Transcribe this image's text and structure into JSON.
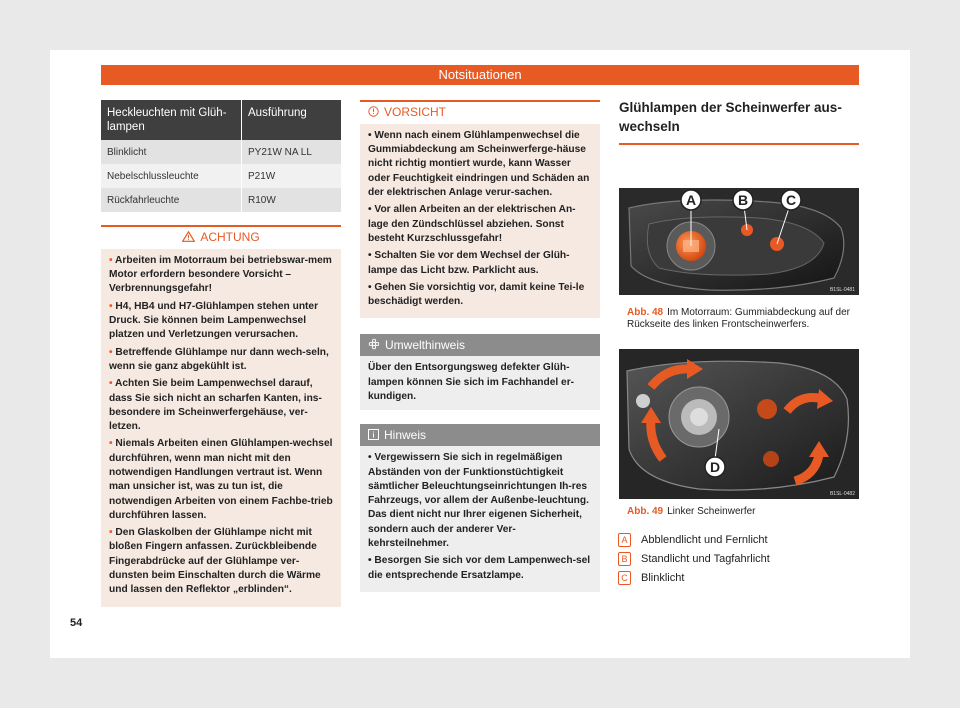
{
  "header": {
    "title": "Notsituationen"
  },
  "page_number": "54",
  "table": {
    "headers": [
      "Heckleuchten mit Glüh-lampen",
      "Ausführung"
    ],
    "rows": [
      [
        "Blinklicht",
        "PY21W NA LL"
      ],
      [
        "Nebelschlussleuchte",
        "P21W"
      ],
      [
        "Rückfahrleuchte",
        "R10W"
      ]
    ]
  },
  "achtung": {
    "title": "ACHTUNG",
    "items": [
      "Arbeiten im Motorraum bei betriebswar-mem Motor erfordern besondere Vorsicht – Verbrennungsgefahr!",
      "H4, HB4 und H7-Glühlampen stehen unter Druck. Sie können beim Lampenwechsel platzen und Verletzungen verursachen.",
      "Betreffende Glühlampe nur dann wech-seln, wenn sie ganz abgekühlt ist.",
      "Achten Sie beim Lampenwechsel darauf, dass Sie sich nicht an scharfen Kanten, ins-besondere im Scheinwerfergehäuse, ver-letzen.",
      "Niemals Arbeiten einen Glühlampen-wechsel durchführen, wenn man nicht mit den notwendigen Handlungen vertraut ist. Wenn man unsicher ist, was zu tun ist, die notwendigen Arbeiten von einem Fachbe-trieb durchführen lassen.",
      "Den Glaskolben der Glühlampe nicht mit bloßen Fingern anfassen. Zurückbleibende Fingerabdrücke auf der Glühlampe ver-dunsten beim Einschalten durch die Wärme und lassen den Reflektor „erblinden“."
    ]
  },
  "vorsicht": {
    "title": "VORSICHT",
    "items": [
      "Wenn nach einem Glühlampenwechsel die Gummiabdeckung am Scheinwerferge-häuse nicht richtig montiert wurde, kann Wasser oder Feuchtigkeit eindringen und Schäden an der elektrischen Anlage verur-sachen.",
      "Vor allen Arbeiten an der elektrischen An-lage den Zündschlüssel abziehen. Sonst besteht Kurzschlussgefahr!",
      "Schalten Sie vor dem Wechsel der Glüh-lampe das Licht bzw. Parklicht aus.",
      "Gehen Sie vorsichtig vor, damit keine Tei-le beschädigt werden."
    ]
  },
  "umwelt": {
    "title": "Umwelthinweis",
    "text": "Über den Entsorgungsweg defekter Glüh-lampen können Sie sich im Fachhandel er-kundigen."
  },
  "hinweis": {
    "title": "Hinweis",
    "items": [
      "Vergewissern Sie sich in regelmäßigen Abständen von der Funktionstüchtigkeit sämtlicher Beleuchtungseinrichtungen Ih-res Fahrzeugs, vor allem der Außenbe-leuchtung. Das dient nicht nur Ihrer eigenen Sicherheit, sondern auch der anderer Ver-kehrsteilnehmer.",
      "Besorgen Sie sich vor dem Lampenwech-sel die entsprechende Ersatzlampe."
    ]
  },
  "section": {
    "title": "Glühlampen der Scheinwerfer aus-wechseln"
  },
  "figure1": {
    "code": "B1SL-0481",
    "labels": [
      "A",
      "B",
      "C"
    ],
    "caption_num": "Abb. 48",
    "caption": "Im Motorraum: Gummiabdeckung auf der Rückseite des linken Frontscheinwerfers."
  },
  "figure2": {
    "code": "B1SL-0482",
    "labels": [
      "D"
    ],
    "caption_num": "Abb. 49",
    "caption": "Linker Scheinwerfer"
  },
  "legend": [
    {
      "key": "A",
      "text": "Abblendlicht und Fernlicht"
    },
    {
      "key": "B",
      "text": "Standlicht und Tagfahrlicht"
    },
    {
      "key": "C",
      "text": "Blinklicht"
    }
  ],
  "colors": {
    "accent": "#e85a24",
    "table_header": "#3f3f3f",
    "grey_header": "#8c8c8c"
  }
}
